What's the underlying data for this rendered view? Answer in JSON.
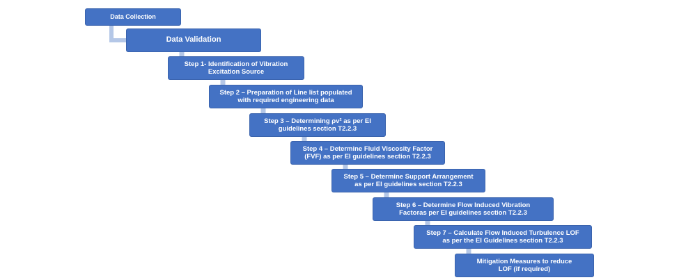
{
  "diagram": {
    "colors": {
      "box": "#4472C4",
      "connector": "#B4C7E7",
      "text": "#FFFFFF"
    },
    "steps": [
      {
        "id": "data-collection",
        "text": "Data Collection"
      },
      {
        "id": "data-validation",
        "text": "Data Validation"
      },
      {
        "id": "step-1",
        "text": "Step 1- Identification of Vibration\nExcitation Source"
      },
      {
        "id": "step-2",
        "text": "Step 2 – Preparation of Line list populated\nwith required engineering data"
      },
      {
        "id": "step-3",
        "text": "Step 3 – Determining ρv² as per EI\nguidelines section T2.2.3"
      },
      {
        "id": "step-4",
        "text": "Step 4 – Determine Fluid Viscosity Factor\n(FVF) as per EI guidelines section T2.2.3"
      },
      {
        "id": "step-5",
        "text": "Step 5 – Determine Support Arrangement\nas per EI guidelines section T2.2.3"
      },
      {
        "id": "step-6",
        "text": "Step 6 – Determine Flow Induced Vibration\nFactoras per EI guidelines section T2.2.3"
      },
      {
        "id": "step-7",
        "text": "Step 7 – Calculate Flow Induced Turbulence LOF\nas per the EI Guidelines section T2.2.3"
      },
      {
        "id": "mitigation",
        "text": "Mitigation Measures to reduce\nLOF (if required)"
      }
    ]
  }
}
